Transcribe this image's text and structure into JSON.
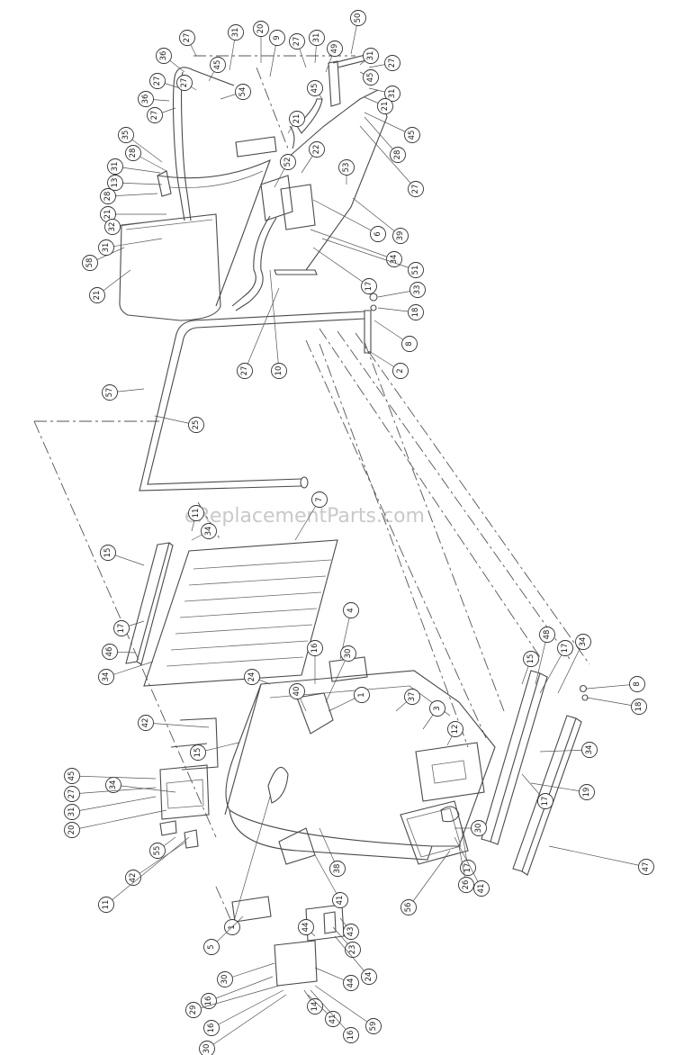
{
  "watermark": "eReplacementParts.com",
  "callouts": [
    {
      "label": "36"
    },
    {
      "label": "27"
    },
    {
      "label": "31"
    },
    {
      "label": "20"
    },
    {
      "label": "9"
    },
    {
      "label": "27"
    },
    {
      "label": "31"
    },
    {
      "label": "49"
    },
    {
      "label": "50"
    },
    {
      "label": "31"
    },
    {
      "label": "27"
    },
    {
      "label": "45"
    },
    {
      "label": "27"
    },
    {
      "label": "45"
    },
    {
      "label": "54"
    },
    {
      "label": "36"
    },
    {
      "label": "27"
    },
    {
      "label": "27"
    },
    {
      "label": "45"
    },
    {
      "label": "31"
    },
    {
      "label": "21"
    },
    {
      "label": "21"
    },
    {
      "label": "35"
    },
    {
      "label": "28"
    },
    {
      "label": "45"
    },
    {
      "label": "31"
    },
    {
      "label": "13"
    },
    {
      "label": "52"
    },
    {
      "label": "22"
    },
    {
      "label": "28"
    },
    {
      "label": "27"
    },
    {
      "label": "28"
    },
    {
      "label": "53"
    },
    {
      "label": "21"
    },
    {
      "label": "32"
    },
    {
      "label": "6"
    },
    {
      "label": "39"
    },
    {
      "label": "58"
    },
    {
      "label": "31"
    },
    {
      "label": "34"
    },
    {
      "label": "51"
    },
    {
      "label": "17"
    },
    {
      "label": "21"
    },
    {
      "label": "33"
    },
    {
      "label": "18"
    },
    {
      "label": "8"
    },
    {
      "label": "27"
    },
    {
      "label": "10"
    },
    {
      "label": "2"
    },
    {
      "label": "57"
    },
    {
      "label": "25"
    },
    {
      "label": "7"
    },
    {
      "label": "11"
    },
    {
      "label": "34"
    },
    {
      "label": "15"
    },
    {
      "label": "4"
    },
    {
      "label": "17"
    },
    {
      "label": "46"
    },
    {
      "label": "16"
    },
    {
      "label": "30"
    },
    {
      "label": "37"
    },
    {
      "label": "34"
    },
    {
      "label": "40"
    },
    {
      "label": "24"
    },
    {
      "label": "1"
    },
    {
      "label": "3"
    },
    {
      "label": "12"
    },
    {
      "label": "15"
    },
    {
      "label": "48"
    },
    {
      "label": "17"
    },
    {
      "label": "34"
    },
    {
      "label": "8"
    },
    {
      "label": "18"
    },
    {
      "label": "42"
    },
    {
      "label": "15"
    },
    {
      "label": "34"
    },
    {
      "label": "45"
    },
    {
      "label": "27"
    },
    {
      "label": "31"
    },
    {
      "label": "20"
    },
    {
      "label": "55"
    },
    {
      "label": "42"
    },
    {
      "label": "19"
    },
    {
      "label": "17"
    },
    {
      "label": "17"
    },
    {
      "label": "30"
    },
    {
      "label": "34"
    },
    {
      "label": "26"
    },
    {
      "label": "41"
    },
    {
      "label": "47"
    },
    {
      "label": "11"
    },
    {
      "label": "1"
    },
    {
      "label": "38"
    },
    {
      "label": "41"
    },
    {
      "label": "56"
    },
    {
      "label": "5"
    },
    {
      "label": "44"
    },
    {
      "label": "43"
    },
    {
      "label": "23"
    },
    {
      "label": "24"
    },
    {
      "label": "44"
    },
    {
      "label": "30"
    },
    {
      "label": "16"
    },
    {
      "label": "29"
    },
    {
      "label": "16"
    },
    {
      "label": "30"
    },
    {
      "label": "14"
    },
    {
      "label": "41"
    },
    {
      "label": "16"
    },
    {
      "label": "59"
    }
  ]
}
